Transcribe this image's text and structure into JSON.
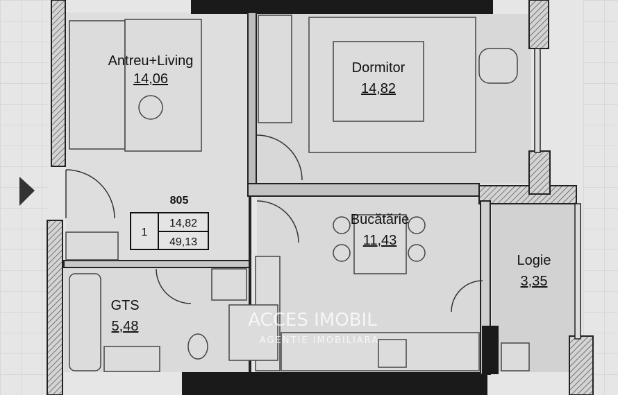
{
  "plan": {
    "rooms": [
      {
        "name": "Antreu+Living",
        "area": "14,06"
      },
      {
        "name": "Dormitor",
        "area": "14,82"
      },
      {
        "name": "Bucătărie",
        "area": "11,43"
      },
      {
        "name": "Logie",
        "area": "3,35"
      },
      {
        "name": "GTS",
        "area": "5,48"
      }
    ],
    "apartment": {
      "number": "805",
      "rooms_count": "1",
      "living_area": "14,82",
      "total_area": "49,13"
    },
    "watermark": {
      "brand": "ACCES IMOBIL",
      "tagline": "AGENTIE IMOBILIARA"
    },
    "colors": {
      "background": "#e6e6e6",
      "walls": "#1a1a1a"
    }
  }
}
